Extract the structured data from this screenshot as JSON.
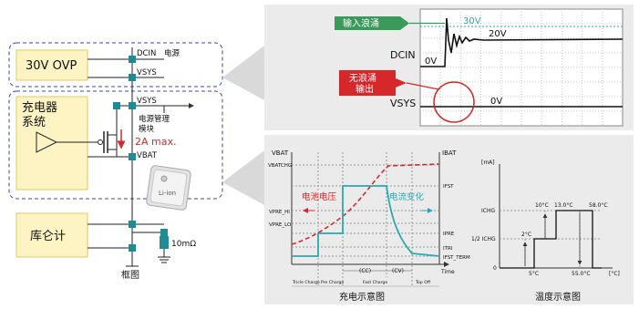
{
  "block_diagram": {
    "ovp_label": "30V OVP",
    "charger_label": "充电器\n系统",
    "gauge_label": "库仑计",
    "dcin_label": "DCIN",
    "dcin_source_label": "电源",
    "vsys_top_label": "VSYS",
    "vsys_mid_label": "VSYS",
    "power_mgmt_label": "电源管理\n模块",
    "current_limit_label": "2A max.",
    "vbat_label": "VBAT",
    "battery_label": "Li-ion",
    "resistor_label": "10mΩ",
    "caption": "框图"
  },
  "surge_scope": {
    "input_surge_tag": "输入浪涌",
    "no_surge_tag": "无浪涌\n输出",
    "dcin_trace_label": "DCIN",
    "vsys_trace_label": "VSYS",
    "v30_label": "30V",
    "v20_label": "20V",
    "v0_dcin_label": "0V",
    "v0_vsys_label": "0V"
  },
  "charge_chart": {
    "left_axis_label": "VBAT",
    "right_axis_label": "IBAT",
    "vbatchg_label": "VBATCHG",
    "vpre_hi_label": "VPRE_HI",
    "vpre_lo_label": "VPRE_LO",
    "ifst_label": "IFST",
    "ipre_label": "IPRE",
    "itri_label": "ITRI",
    "ifst_term_label": "IFST_TERM",
    "time_label": "Time",
    "voltage_series_label": "电池电压",
    "current_series_label": "电流变化",
    "cc_label": "(CC)",
    "cv_label": "(CV)",
    "phase_trickle": "Tricle Charge",
    "phase_pre": "Pre Charge",
    "phase_fast": "Fast Charge",
    "phase_topoff": "Top Off",
    "caption": "充电示意图"
  },
  "temp_chart": {
    "y_unit_label": "[mA]",
    "ichg_label": "ICHG",
    "half_ichg_label": "1/2 ICHG",
    "zero_label": "0",
    "x_unit_label": "[°C]",
    "t2_label": "2°C",
    "t5_label": "5°C",
    "t10_label": "10°C",
    "t13_label": "13.0°C",
    "t55_label": "55.0°C",
    "t58_label": "58.0°C",
    "caption": "温度示意图"
  },
  "colors": {
    "block_fill": "#fdf3c3",
    "block_border": "#e6c95c",
    "teal": "#2aa9b0",
    "node": "#1e8c94",
    "red": "#d6282a",
    "green_tag": "#3a9a5a",
    "panel_bg": "#ebebeb",
    "dashed_frame": "#3b4aa8"
  }
}
